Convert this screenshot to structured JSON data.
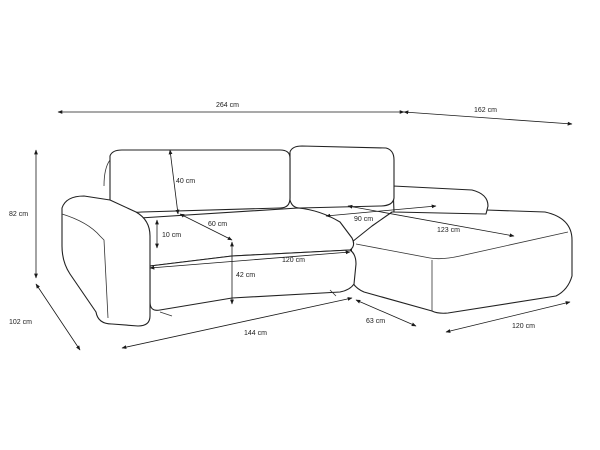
{
  "dimensions": {
    "total_length": "264 cm",
    "chaise_length": "162 cm",
    "height": "82 cm",
    "depth": "102 cm",
    "back_height": "40 cm",
    "armrest_height": "10 cm",
    "seat_depth": "60 cm",
    "bed_width": "90 cm",
    "bed_length": "123 cm",
    "seat_width": "120 cm",
    "seat_height": "42 cm",
    "base_length": "144 cm",
    "chaise_depth": "63 cm",
    "chaise_width": "120 cm"
  },
  "colors": {
    "line": "#222222",
    "background": "#ffffff"
  }
}
